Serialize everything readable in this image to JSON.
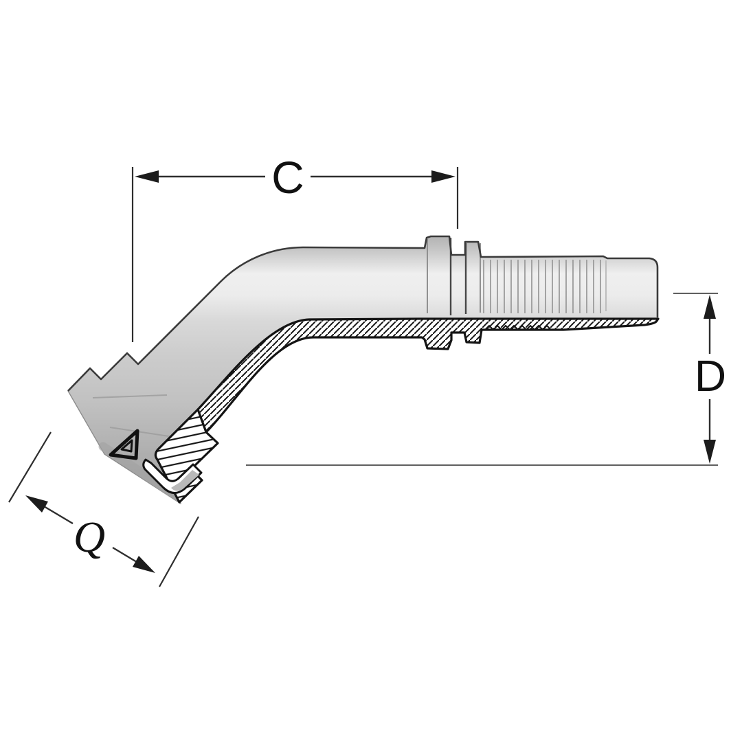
{
  "diagram": {
    "description": "Half-section technical drawing of a 45-degree flange hydraulic hose fitting with barbed hose tail",
    "background_color": "#ffffff",
    "outline_color": "#141414",
    "body_color": "#dedede",
    "dimension_line_color": "#2e2e2e",
    "reference_line_color": "#5f5f5f",
    "labels": {
      "c": {
        "label": "C"
      },
      "d": {
        "label": "D"
      },
      "q": {
        "label": "Q"
      }
    },
    "logo": {
      "name": "triangle-logo"
    }
  }
}
